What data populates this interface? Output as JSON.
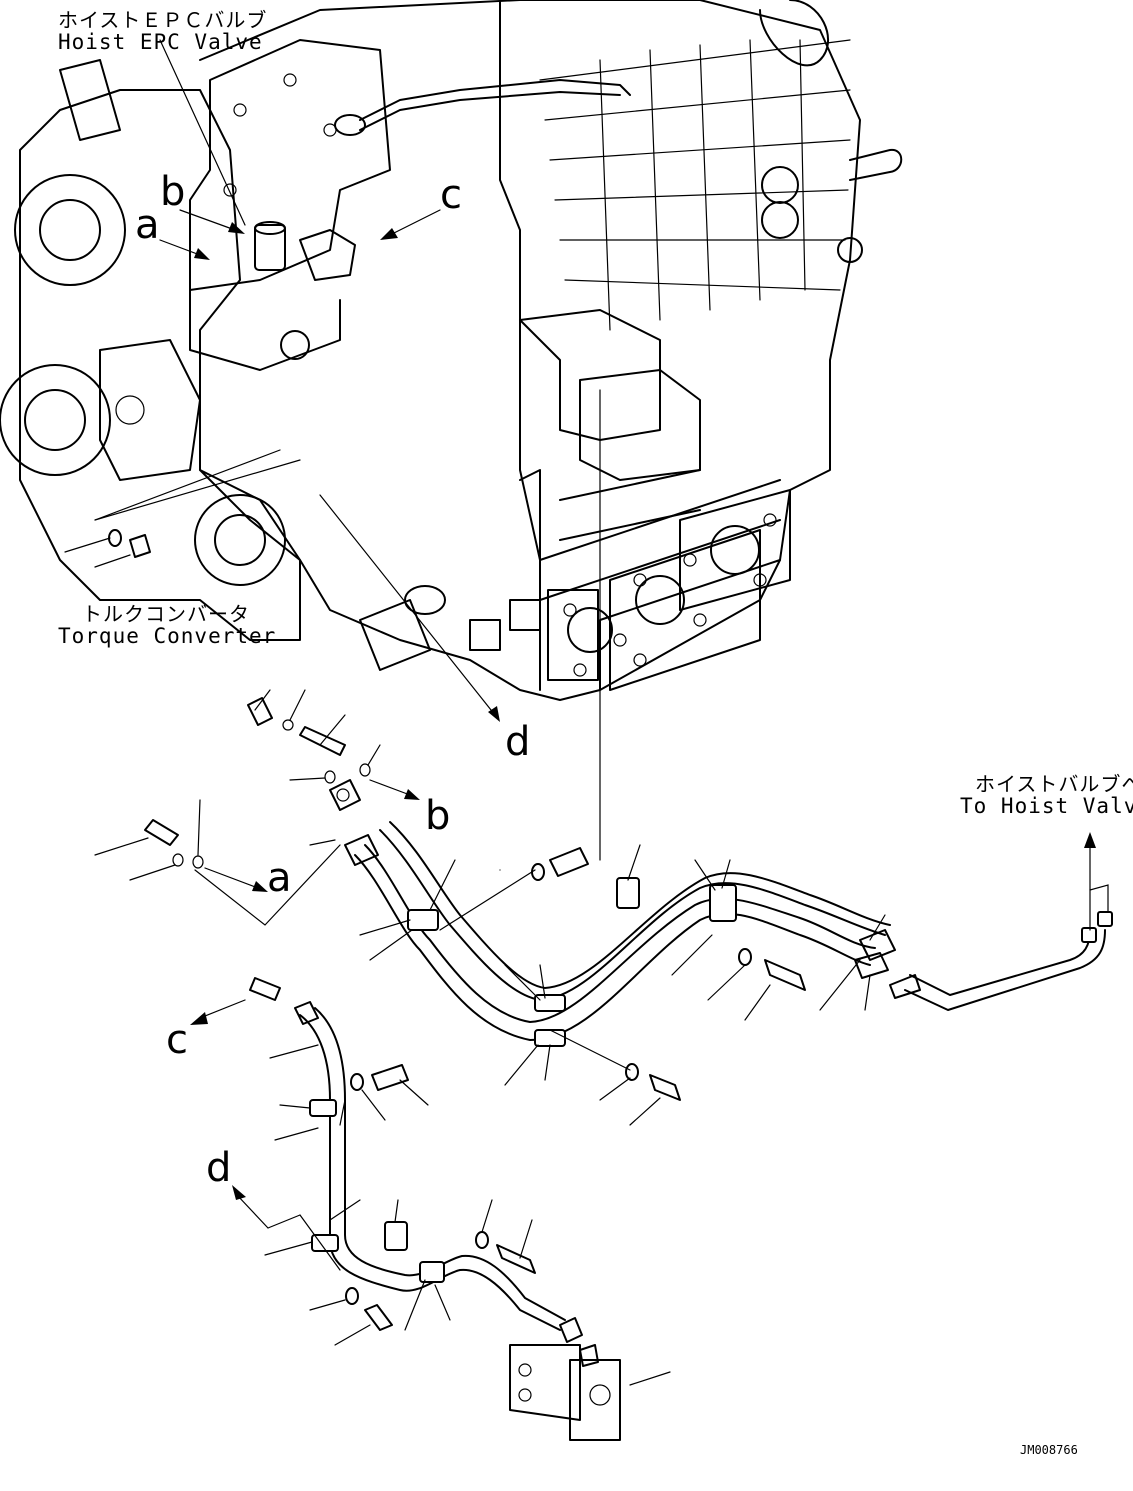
{
  "callouts": {
    "hoist_epc_valve": {
      "jp": "ホイストＥＰＣバルブ",
      "en": "Hoist EPC Valve"
    },
    "torque_converter": {
      "jp": "トルクコンバータ",
      "en": "Torque Converter"
    },
    "to_hoist_valve": {
      "jp": "ホイストバルブへ",
      "en": "To Hoist Valve"
    }
  },
  "connection_letters": {
    "a_top": "a",
    "b_top": "b",
    "c_top": "c",
    "d_top": "d",
    "a_bottom": "a",
    "b_bottom": "b",
    "c_bottom": "c",
    "d_bottom": "d"
  },
  "drawing_code": "JM008766"
}
